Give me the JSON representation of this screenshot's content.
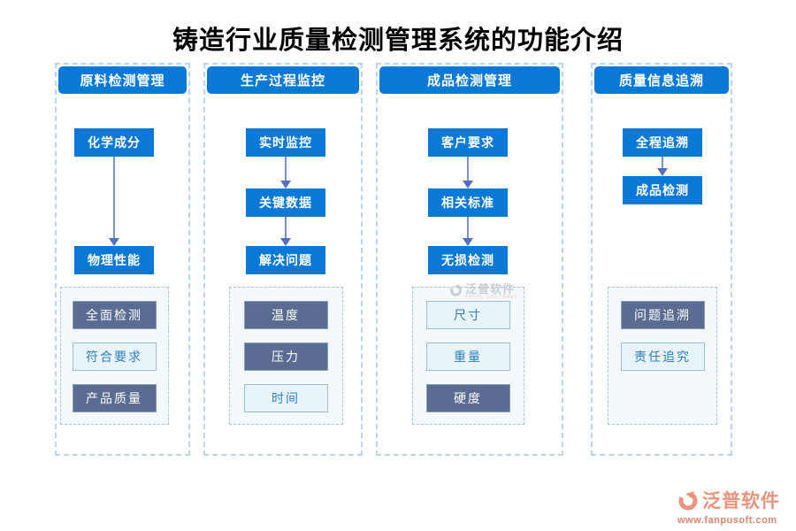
{
  "title": "铸造行业质量检测管理系统的功能介绍",
  "columns": [
    {
      "header": "原料检测管理",
      "flow": [
        "化学成分",
        "物理性能"
      ],
      "sub": [
        {
          "label": "全面检测",
          "variant": "dark"
        },
        {
          "label": "符合要求",
          "variant": "light"
        },
        {
          "label": "产品质量",
          "variant": "dark"
        }
      ]
    },
    {
      "header": "生产过程监控",
      "flow": [
        "实时监控",
        "关键数据",
        "解决问题"
      ],
      "sub": [
        {
          "label": "温度",
          "variant": "dark"
        },
        {
          "label": "压力",
          "variant": "dark"
        },
        {
          "label": "时间",
          "variant": "light"
        }
      ]
    },
    {
      "header": "成品检测管理",
      "flow": [
        "客户要求",
        "相关标准",
        "无损检测"
      ],
      "sub": [
        {
          "label": "尺寸",
          "variant": "light"
        },
        {
          "label": "重量",
          "variant": "light"
        },
        {
          "label": "硬度",
          "variant": "dark"
        }
      ]
    },
    {
      "header": "质量信息追溯",
      "flow": [
        "全程追溯",
        "成品检测"
      ],
      "sub": [
        {
          "label": "问题追溯",
          "variant": "dark"
        },
        {
          "label": "责任追究",
          "variant": "light"
        }
      ]
    }
  ],
  "watermark": {
    "brand": "泛普软件",
    "subtext": "FANPU SOFTWARE"
  },
  "footer_logo": {
    "brand": "泛普软件",
    "website": "www.fanpusoft.com"
  },
  "colors": {
    "primary_blue": "#0a78d6",
    "dark_slate": "#5b6c93",
    "light_box_bg": "#e9f3fa",
    "light_box_text": "#2e7fc0",
    "arrow": "#7b8fcb",
    "dashed_border": "#bcd4ee",
    "logo_salmon": "#e8947e"
  }
}
